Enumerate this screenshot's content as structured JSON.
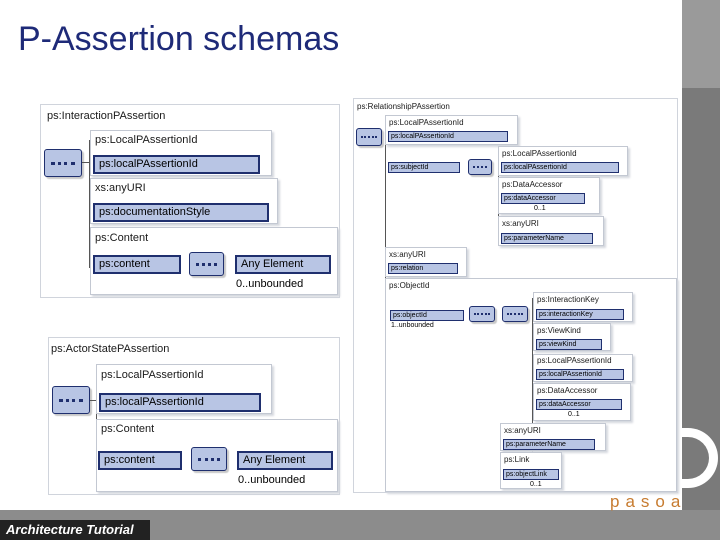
{
  "slide": {
    "title": "P-Assertion schemas",
    "footer": "Architecture Tutorial",
    "brand": "pasoa"
  },
  "interaction_schema": {
    "title": "ps:InteractionPAssertion",
    "local_id_type": "ps:LocalPAssertionId",
    "local_id_element": "ps:localPAssertionId",
    "uri_type": "xs:anyURI",
    "documentation_element": "ps:documentationStyle",
    "content_type": "ps:Content",
    "content_element": "ps:content",
    "any_element": "Any Element",
    "cardinality": "0..unbounded"
  },
  "actor_state_schema": {
    "title": "ps:ActorStatePAssertion",
    "local_id_type": "ps:LocalPAssertionId",
    "local_id_element": "ps:localPAssertionId",
    "content_type": "ps:Content",
    "content_element": "ps:content",
    "any_element": "Any Element",
    "cardinality": "0..unbounded"
  },
  "relationship_schema": {
    "title": "ps:RelationshipPAssertion",
    "local_id_type": "ps:LocalPAssertionId",
    "local_id_element": "ps:localPAssertionId",
    "subject_element": "ps:subjectId",
    "subject_local_type": "ps:LocalPAssertionId",
    "subject_local_element": "ps:localPAssertionId",
    "data_accessor_type": "ps:DataAccessor",
    "data_accessor_element": "ps:dataAccessor",
    "data_accessor_card": "0..1",
    "parameter_uri_type": "xs:anyURI",
    "parameter_element": "ps:parameterName",
    "relation_uri_type": "xs:anyURI",
    "relation_element": "ps:relation",
    "object_type": "ps:ObjectId",
    "object_element": "ps:objectId",
    "object_card": "1..unbounded",
    "ik_type": "ps:InteractionKey",
    "ik_element": "ps:interactionKey",
    "view_type": "ps:ViewKind",
    "view_element": "ps:viewKind",
    "obj_local_type": "ps:LocalPAssertionId",
    "obj_local_element": "ps:localPAssertionId",
    "obj_da_type": "ps:DataAccessor",
    "obj_da_element": "ps:dataAccessor",
    "obj_da_card": "0..1",
    "obj_param_type": "xs:anyURI",
    "obj_param_element": "ps:parameterName",
    "link_type": "ps:Link",
    "link_element": "ps:objectLink",
    "link_card": "0..1"
  }
}
